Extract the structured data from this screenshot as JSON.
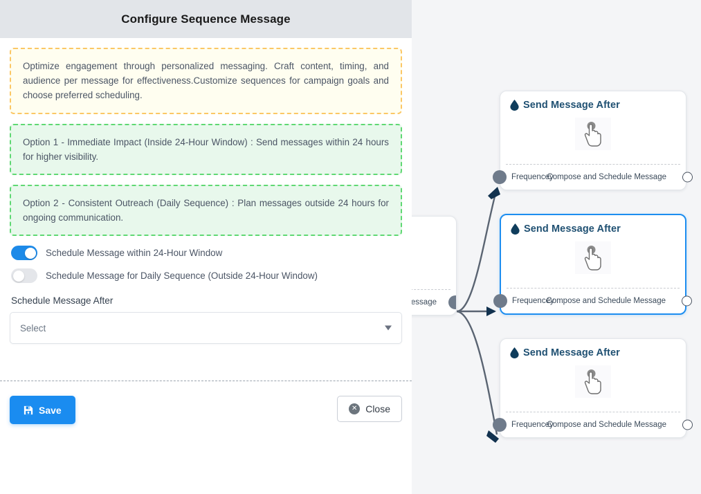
{
  "panel": {
    "title": "Configure Sequence Message",
    "callouts": [
      {
        "style": "warn",
        "text": "Optimize engagement through personalized messaging. Craft content, timing, and audience per message for effectiveness.Customize sequences for campaign goals and choose preferred scheduling."
      },
      {
        "style": "ok",
        "text": "Option 1 - Immediate Impact (Inside 24-Hour Window) : Send messages within 24 hours for higher visibility."
      },
      {
        "style": "ok",
        "text": "Option 2 - Consistent Outreach (Daily Sequence) : Plan messages outside 24 hours for ongoing communication."
      }
    ],
    "toggles": [
      {
        "label": "Schedule Message within 24-Hour Window",
        "on": true
      },
      {
        "label": "Schedule Message for Daily Sequence (Outside 24-Hour Window)",
        "on": false
      }
    ],
    "schedule_field": {
      "label": "Schedule Message After",
      "value": "Select"
    },
    "footer": {
      "save_label": "Save",
      "save_icon": "save-floppy-icon",
      "close_label": "Close",
      "close_icon": "close-circle-icon"
    }
  },
  "canvas": {
    "partial_node": {
      "footer_right": "ce Message"
    },
    "nodes": [
      {
        "title": "Send Message After",
        "icon": "droplet-icon",
        "center_icon": "hand-pointer-icon",
        "port_left_label": "Frequencey",
        "port_right_label": "Compose and Schedule Message",
        "selected": false
      },
      {
        "title": "Send Message After",
        "icon": "droplet-icon",
        "center_icon": "hand-pointer-icon",
        "port_left_label": "Frequencey",
        "port_right_label": "Compose and Schedule Message",
        "selected": true
      },
      {
        "title": "Send Message After",
        "icon": "droplet-icon",
        "center_icon": "hand-pointer-icon",
        "port_left_label": "Frequencey",
        "port_right_label": "Compose and Schedule Message",
        "selected": false
      }
    ]
  },
  "colors": {
    "accent_blue": "#1a8cf0",
    "selected_border": "#1c8df0",
    "warn_border": "#fbc765",
    "warn_bg": "#fffef0",
    "ok_border": "#5fd873",
    "ok_bg": "#e8f8ec",
    "canvas_bg": "#f4f5f7",
    "header_bg": "#e2e5e9",
    "node_title": "#1f5072",
    "edge_line": "#5a6472",
    "edge_arrow": "#12324f",
    "port_fill": "#6f7b8b"
  }
}
